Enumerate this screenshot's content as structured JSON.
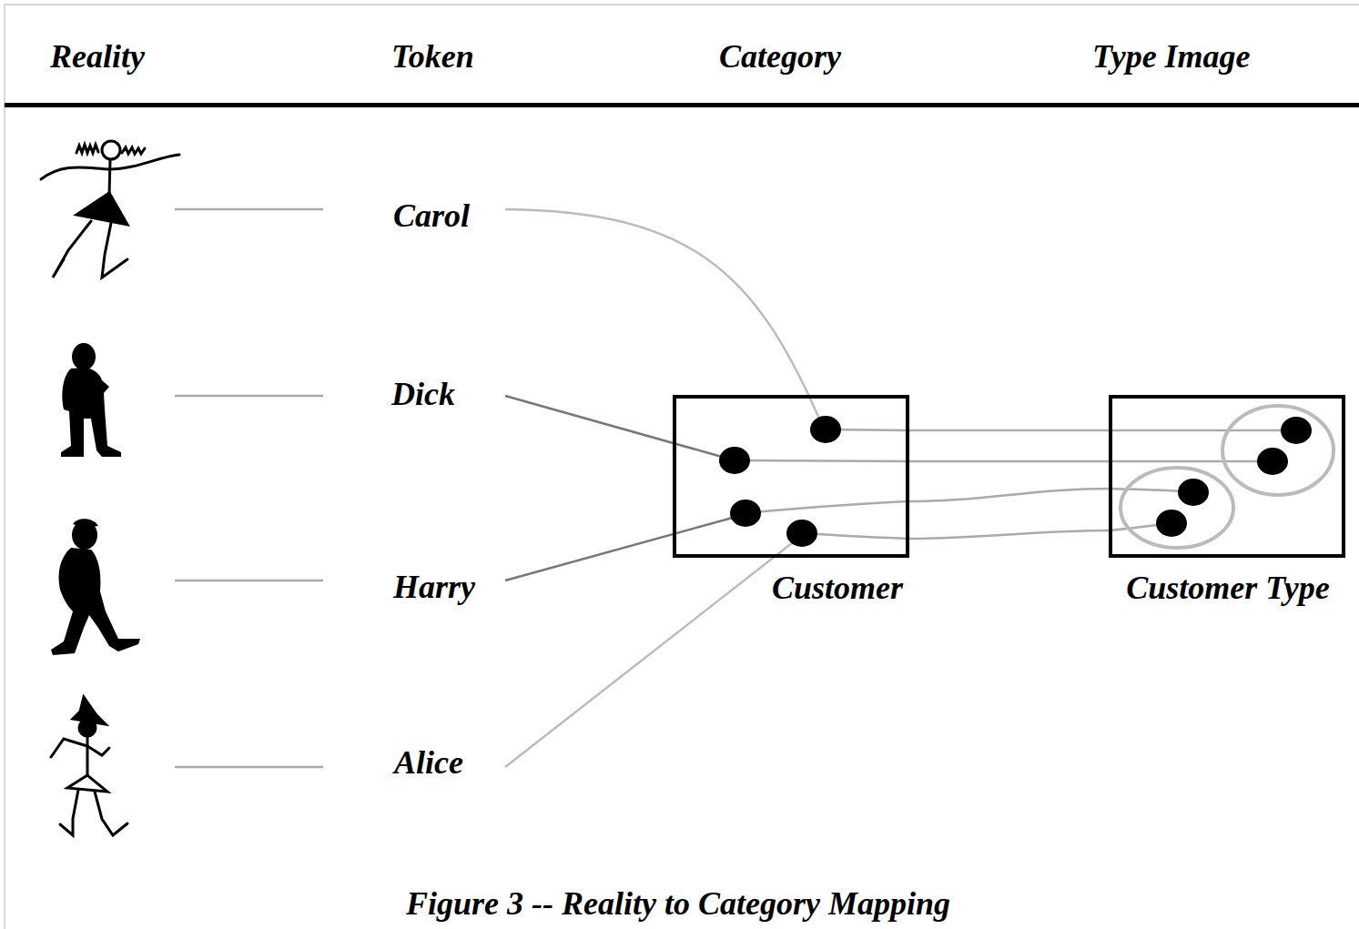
{
  "diagram": {
    "caption": "Figure 3 -- Reality to Category Mapping",
    "nodes": [
      {
        "text": [
          "Customer"
        ]
      },
      {
        "text": [
          "Customer Type"
        ]
      }
    ],
    "edges": [
      {
        "from": 0,
        "to": 1,
        "arrow": "none"
      },
      {
        "from": 0,
        "to": 1,
        "arrow": "none"
      },
      {
        "from": 0,
        "to": 1,
        "arrow": "none"
      },
      {
        "from": 0,
        "to": 1,
        "arrow": "none"
      }
    ],
    "labels": [
      "Reality",
      "Token",
      "Category",
      "Type Image",
      "Carol",
      "Dick",
      "Harry",
      "Alice"
    ]
  }
}
